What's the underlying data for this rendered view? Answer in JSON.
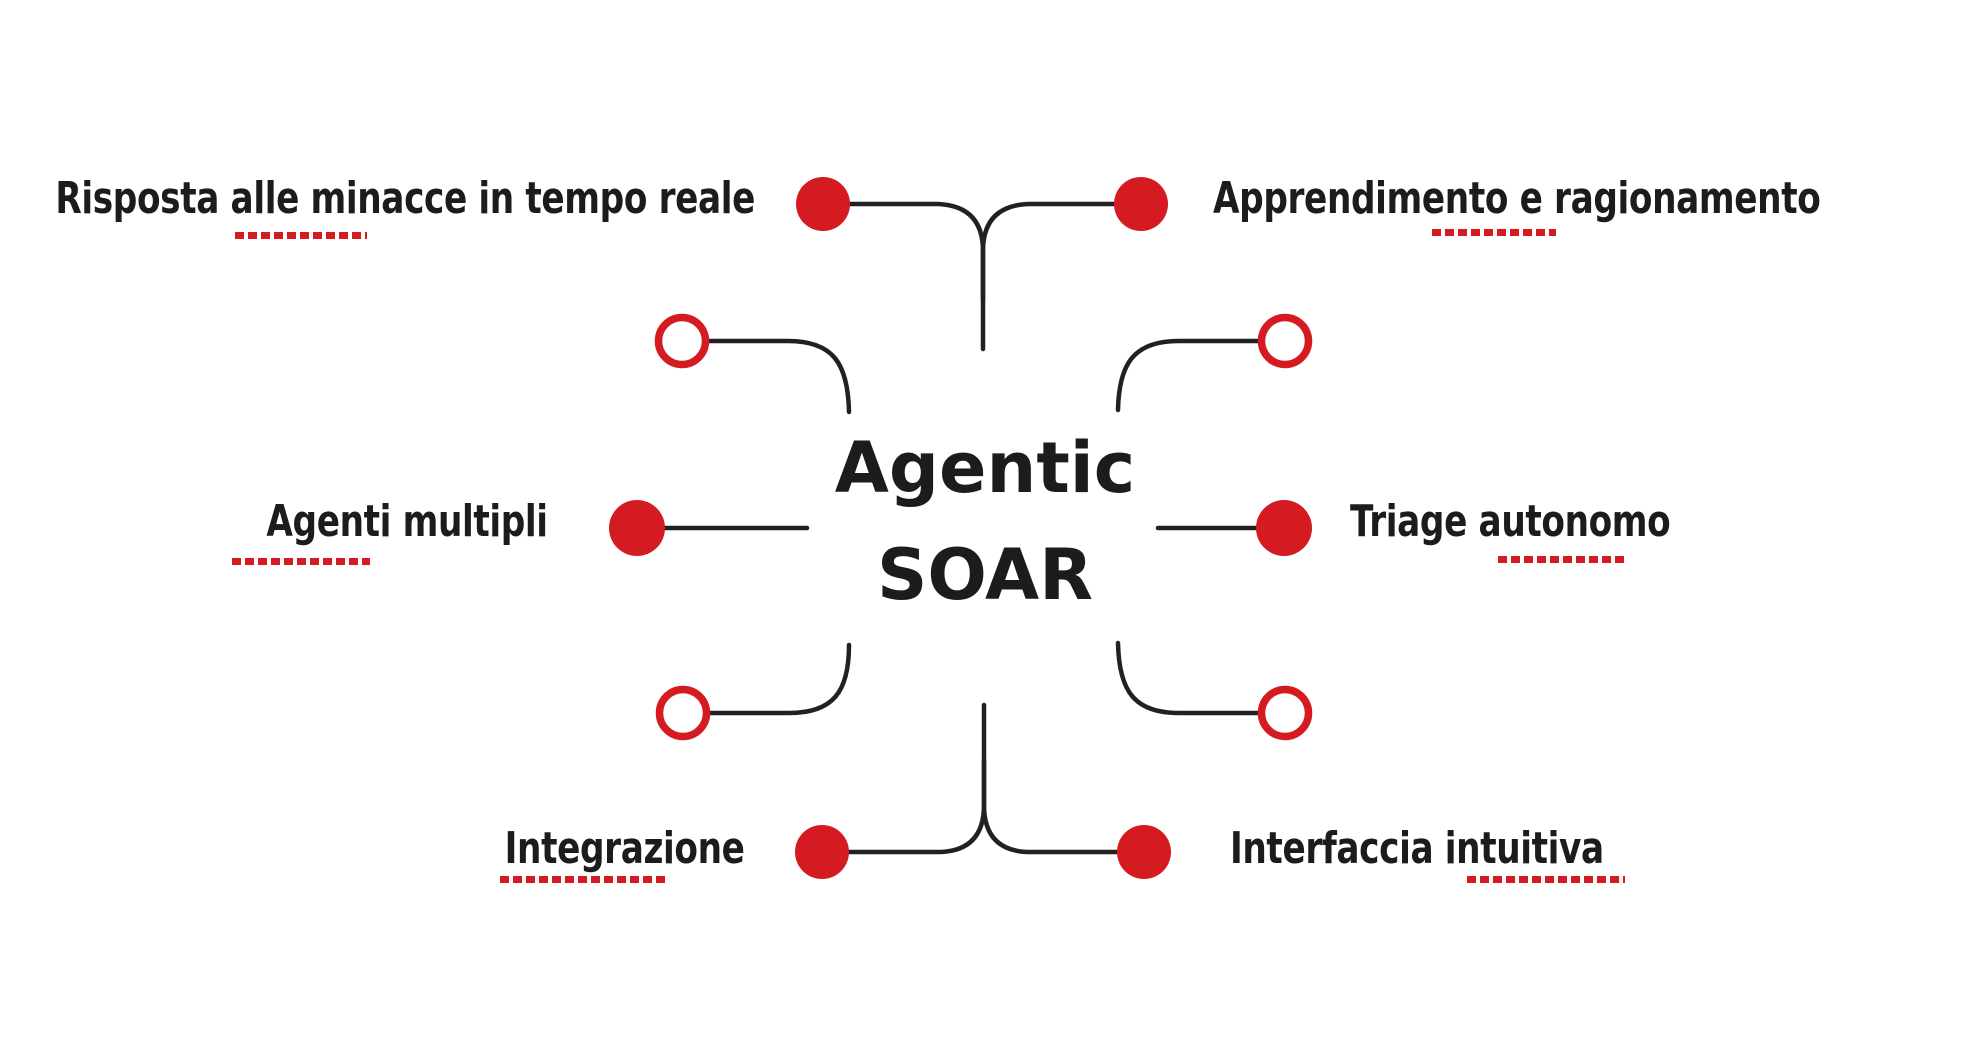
{
  "diagram": {
    "title": {
      "line1": "Agentic",
      "line2": "SOAR"
    },
    "labels": [
      {
        "id": "risposta",
        "position": "top-left",
        "text": "Risposta alle minacce in tempo reale"
      },
      {
        "id": "apprendimento",
        "position": "top-right",
        "text": "Apprendimento e ragionamento"
      },
      {
        "id": "agenti",
        "position": "middle-left",
        "text": "Agenti multipli"
      },
      {
        "id": "triage",
        "position": "middle-right",
        "text": "Triage autonomo"
      },
      {
        "id": "integrazione",
        "position": "bottom-left",
        "text": "Integrazione"
      },
      {
        "id": "interfaccia",
        "position": "bottom-right",
        "text": "Interfaccia intuitiva"
      }
    ],
    "nodes": {
      "filled_dot_count": 6,
      "hollow_dot_count": 4
    },
    "colors": {
      "accent_red": "#d31b21",
      "line_black": "#241f21",
      "text_black": "#1d1b1c",
      "background": "#ffffff"
    }
  }
}
